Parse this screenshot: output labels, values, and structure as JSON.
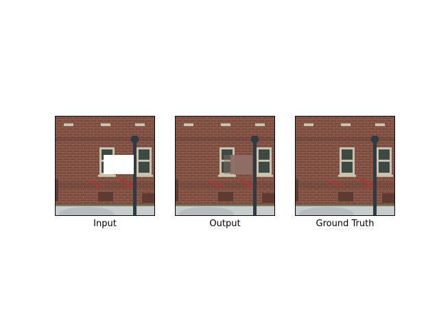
{
  "figure": {
    "panels": [
      {
        "id": "input",
        "caption": "Input",
        "variant": "masked"
      },
      {
        "id": "output",
        "caption": "Output",
        "variant": "inpainted"
      },
      {
        "id": "ground_truth",
        "caption": "Ground Truth",
        "variant": "original"
      }
    ],
    "colors": {
      "brick": "#7d4c3f",
      "brick_dark": "#5e3a31",
      "mortar": "#a98c7d",
      "window_frame": "#c9c3b0",
      "window_glass": "#3d4a44",
      "pole": "#2f3b40",
      "mask": "#ffffff",
      "inpaint_blur": "#8e6f66",
      "graffiti": "#b5343a",
      "sky_bottom": "#c8cccd",
      "car": "#b9bcbf"
    }
  }
}
